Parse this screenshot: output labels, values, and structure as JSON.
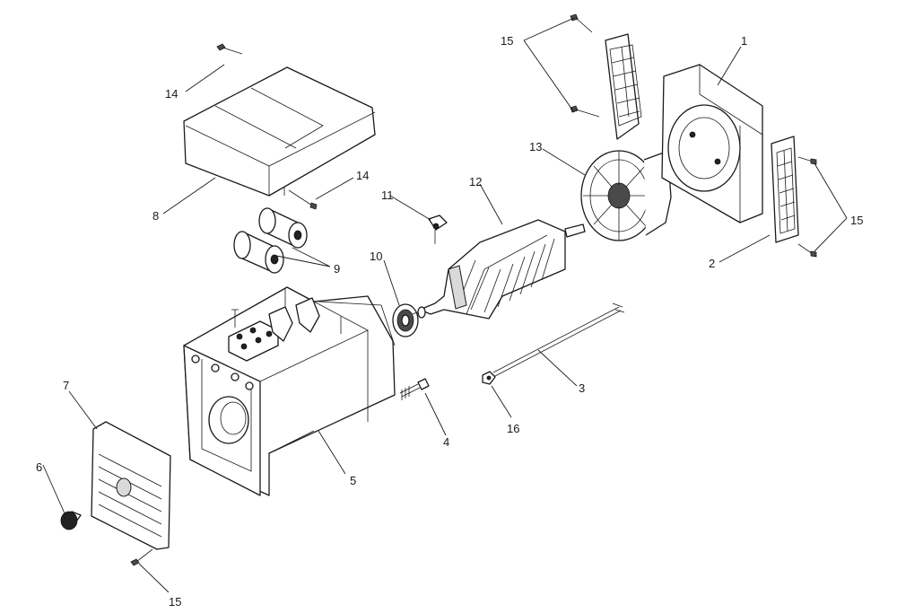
{
  "callouts": [
    {
      "id": "c1",
      "text": "1"
    },
    {
      "id": "c2",
      "text": "2"
    },
    {
      "id": "c3",
      "text": "3"
    },
    {
      "id": "c4",
      "text": "4"
    },
    {
      "id": "c5",
      "text": "5"
    },
    {
      "id": "c6",
      "text": "6"
    },
    {
      "id": "c7",
      "text": "7"
    },
    {
      "id": "c8",
      "text": "8"
    },
    {
      "id": "c9",
      "text": "9"
    },
    {
      "id": "c10",
      "text": "10"
    },
    {
      "id": "c11",
      "text": "11"
    },
    {
      "id": "c12",
      "text": "12"
    },
    {
      "id": "c13",
      "text": "13"
    },
    {
      "id": "c14a",
      "text": "14"
    },
    {
      "id": "c14b",
      "text": "14"
    },
    {
      "id": "c15a",
      "text": "15"
    },
    {
      "id": "c15b",
      "text": "15"
    },
    {
      "id": "c15c",
      "text": "15"
    },
    {
      "id": "c16",
      "text": "16"
    }
  ]
}
